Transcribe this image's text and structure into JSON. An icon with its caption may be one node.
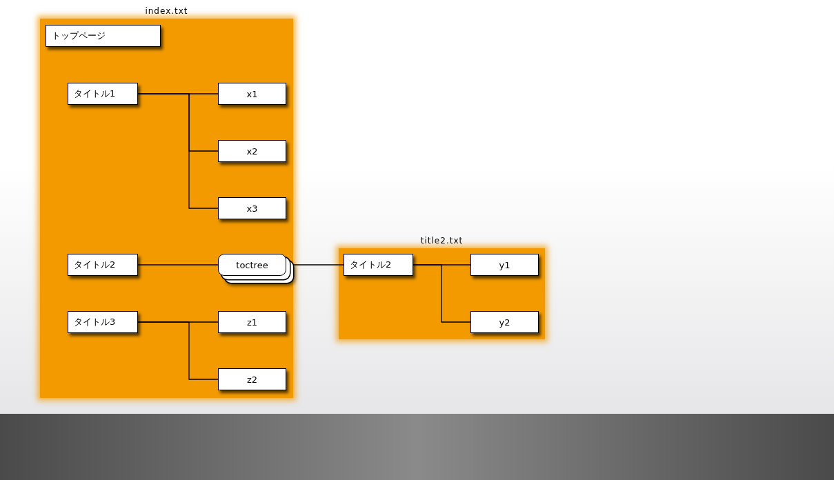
{
  "diagram": {
    "nodes": [
      {
        "text": [
          "index.txt"
        ]
      },
      {
        "text": [
          "トップページ"
        ],
        "in": 0
      },
      {
        "text": [
          "タイトル1"
        ],
        "in": 0
      },
      {
        "text": [
          "x1"
        ],
        "in": 0
      },
      {
        "text": [
          "x2"
        ],
        "in": 0
      },
      {
        "text": [
          "x3"
        ],
        "in": 0
      },
      {
        "text": [
          "タイトル2"
        ],
        "in": 0
      },
      {
        "text": [
          "toctree"
        ],
        "in": 0
      },
      {
        "text": [
          "タイトル3"
        ],
        "in": 0
      },
      {
        "text": [
          "z1"
        ],
        "in": 0
      },
      {
        "text": [
          "z2"
        ],
        "in": 0
      },
      {
        "text": [
          "title2.txt"
        ]
      },
      {
        "text": [
          "タイトル2"
        ],
        "in": 11
      },
      {
        "text": [
          "y1"
        ],
        "in": 11
      },
      {
        "text": [
          "y2"
        ],
        "in": 11
      }
    ],
    "edges": [
      {
        "from": 2,
        "to": 3,
        "arrow": "none"
      },
      {
        "from": 2,
        "to": 4,
        "arrow": "none"
      },
      {
        "from": 2,
        "to": 5,
        "arrow": "none"
      },
      {
        "from": 6,
        "to": 7,
        "arrow": "none"
      },
      {
        "from": 7,
        "to": 12,
        "arrow": "none"
      },
      {
        "from": 8,
        "to": 9,
        "arrow": "none"
      },
      {
        "from": 8,
        "to": 10,
        "arrow": "none"
      },
      {
        "from": 12,
        "to": 13,
        "arrow": "none"
      },
      {
        "from": 12,
        "to": 14,
        "arrow": "none"
      }
    ]
  }
}
